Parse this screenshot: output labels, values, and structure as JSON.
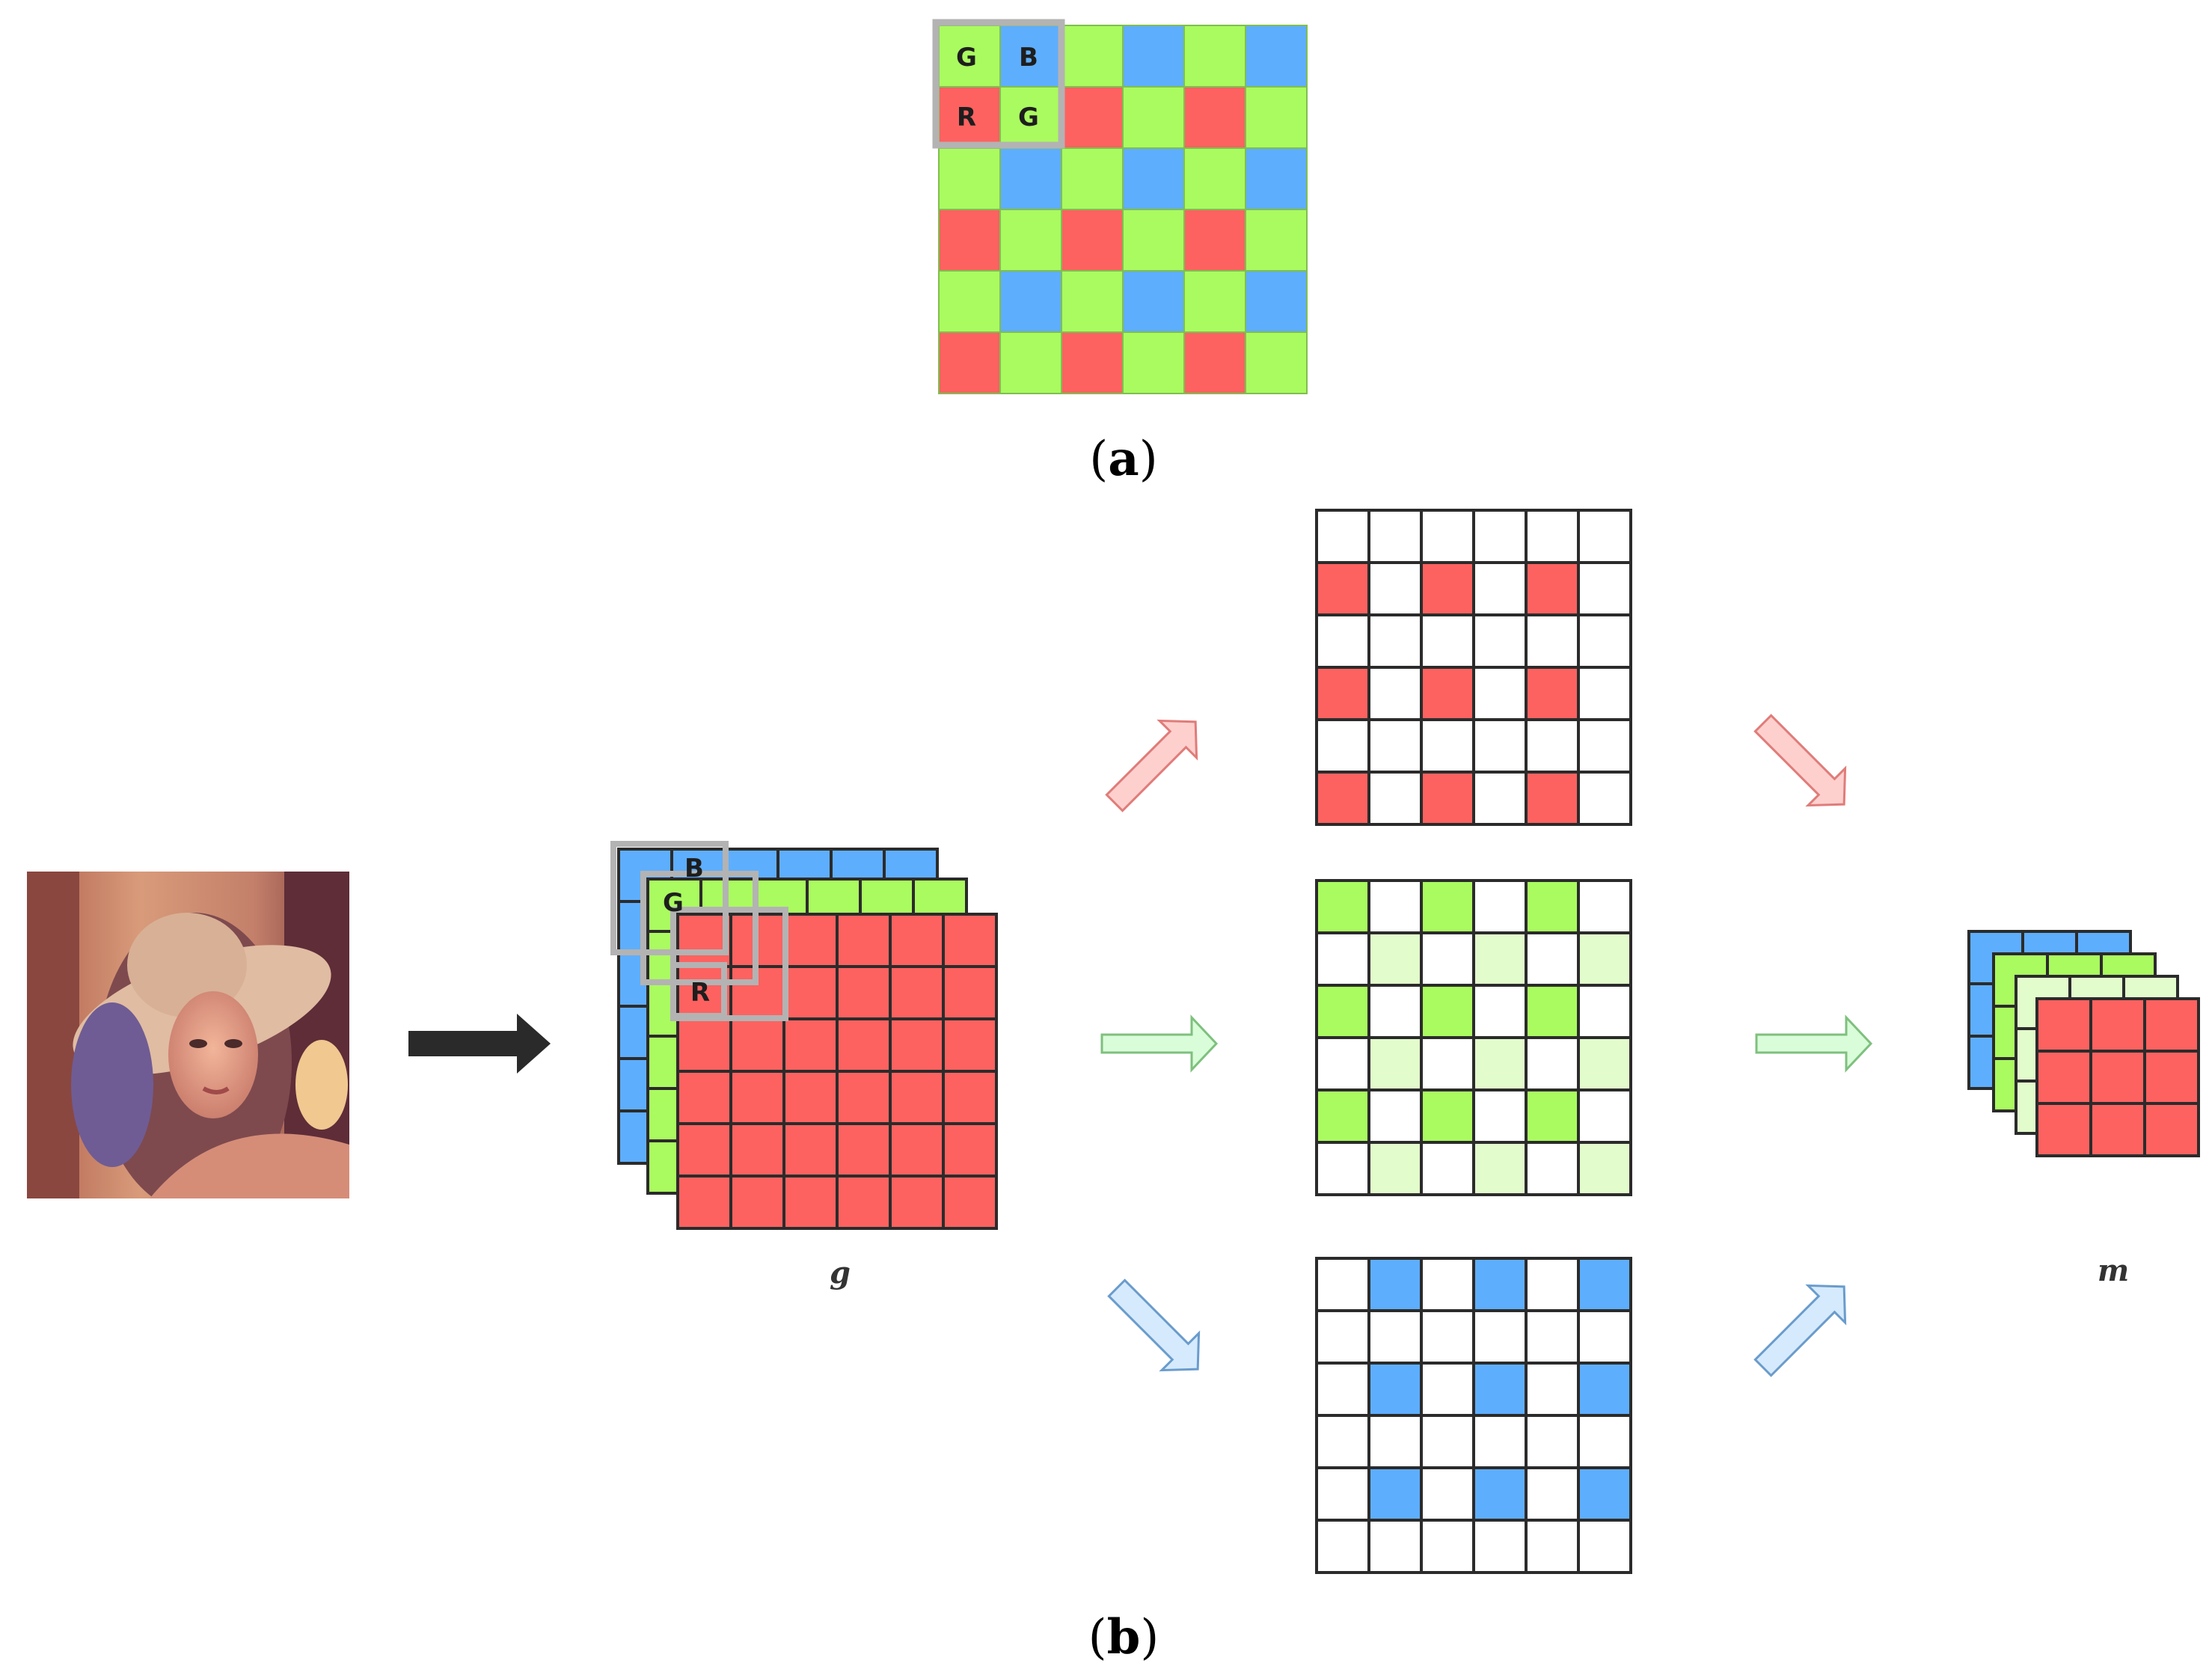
{
  "colors": {
    "red": "#fd6260",
    "green": "#aafb5f",
    "light_green": "#e3fccc",
    "blue": "#5eaefe",
    "empty": "#ffffff",
    "grid_line": "#2b2b2b",
    "highlight_box": "#b3b3b3",
    "arrow_black": "#2a2a2a",
    "arrow_red_fill": "#fdd0ce",
    "arrow_red_stroke": "#e07c79",
    "arrow_green_fill": "#d9fcd9",
    "arrow_green_stroke": "#7ec07e",
    "arrow_blue_fill": "#d6eafd",
    "arrow_blue_stroke": "#6a9ccc"
  },
  "panel_a": {
    "caption_open": "(",
    "caption_letter": "a",
    "caption_close": ")",
    "bayer_cell_labels": [
      "G",
      "B",
      "R",
      "G"
    ]
  },
  "panel_b": {
    "caption_open": "(",
    "caption_letter": "b",
    "caption_close": ")",
    "input_photo_icon": "portrait-photo-icon",
    "stack_g_labels": [
      "B",
      "G",
      "R"
    ],
    "label_g": "g",
    "label_m": "m"
  }
}
